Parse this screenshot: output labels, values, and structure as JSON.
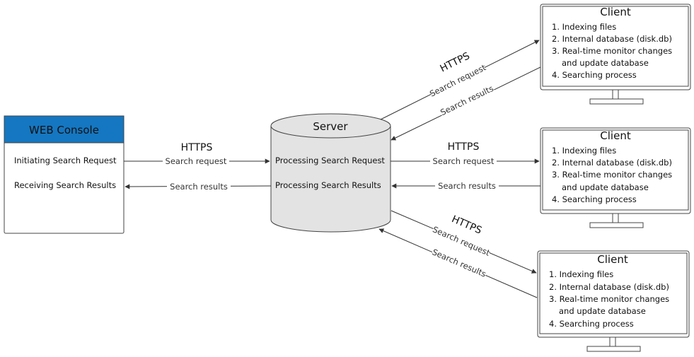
{
  "web_console": {
    "title": "WEB Console",
    "items": [
      "Initiating Search Request",
      "Receiving Search Results"
    ]
  },
  "server": {
    "title": "Server",
    "items": [
      "Processing Search Request",
      "Processing Search Results"
    ]
  },
  "clients": [
    {
      "title": "Client",
      "items": [
        "1. Indexing files",
        "2. Internal database (disk.db)",
        "3. Real-time monitor changes",
        "and update database",
        "4. Searching process"
      ]
    },
    {
      "title": "Client",
      "items": [
        "1. Indexing files",
        "2. Internal database (disk.db)",
        "3. Real-time monitor changes",
        "and update database",
        "4. Searching process"
      ]
    },
    {
      "title": "Client",
      "items": [
        "1. Indexing files",
        "2. Internal database (disk.db)",
        "3. Real-time monitor changes",
        "and update database",
        "4. Searching process"
      ]
    }
  ],
  "edges": {
    "protocol": "HTTPS",
    "request": "Search request",
    "results": "Search results"
  },
  "colors": {
    "console_header": "#1577c1",
    "cylinder_fill": "#e3e3e3",
    "line": "#333333"
  }
}
